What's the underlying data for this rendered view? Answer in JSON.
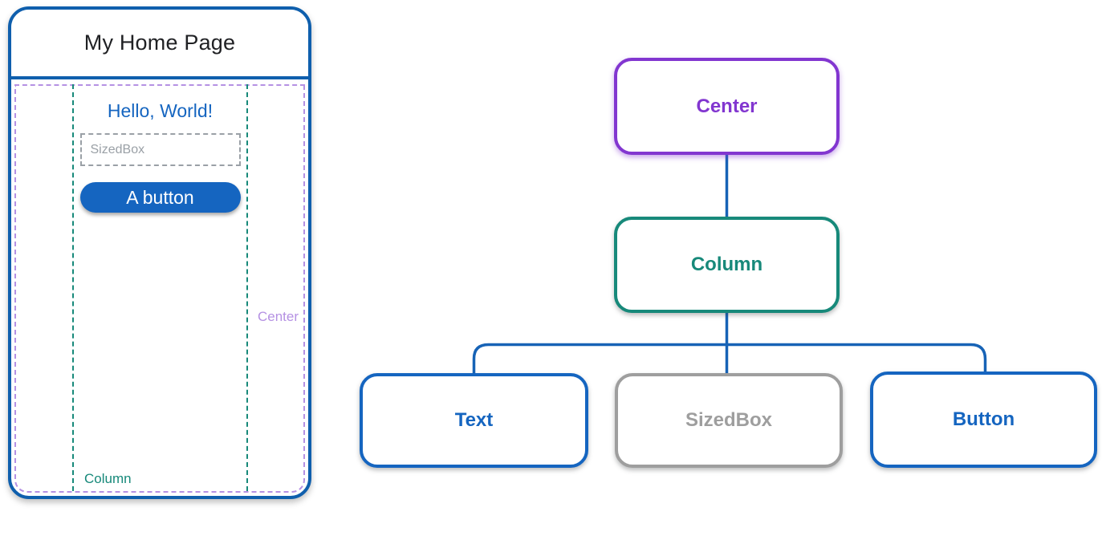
{
  "mockup": {
    "title": "My Home Page",
    "hello_text": "Hello, World!",
    "sizedbox_label": "SizedBox",
    "button_label": "A button",
    "center_label": "Center",
    "column_label": "Column"
  },
  "diagram": {
    "nodes": [
      {
        "id": "center",
        "label": "Center",
        "color": "#8236d0"
      },
      {
        "id": "column",
        "label": "Column",
        "color": "#17897a"
      },
      {
        "id": "text",
        "label": "Text",
        "color": "#1565c0"
      },
      {
        "id": "sizedbox",
        "label": "SizedBox",
        "color": "#9e9e9e"
      },
      {
        "id": "button",
        "label": "Button",
        "color": "#1565c0"
      }
    ],
    "edges": [
      "top-to-center",
      "center-to-column",
      "column-to-text",
      "column-to-sizedbox",
      "column-to-button",
      "button-down"
    ]
  },
  "colors": {
    "blue": "#1565c0",
    "line_blue": "#1763b6",
    "purple": "#8236d0",
    "teal": "#17897a",
    "gray": "#9e9e9e",
    "light_purple": "#b591e3",
    "frame_blue": "#0f5fad",
    "title_text": "#202124"
  }
}
